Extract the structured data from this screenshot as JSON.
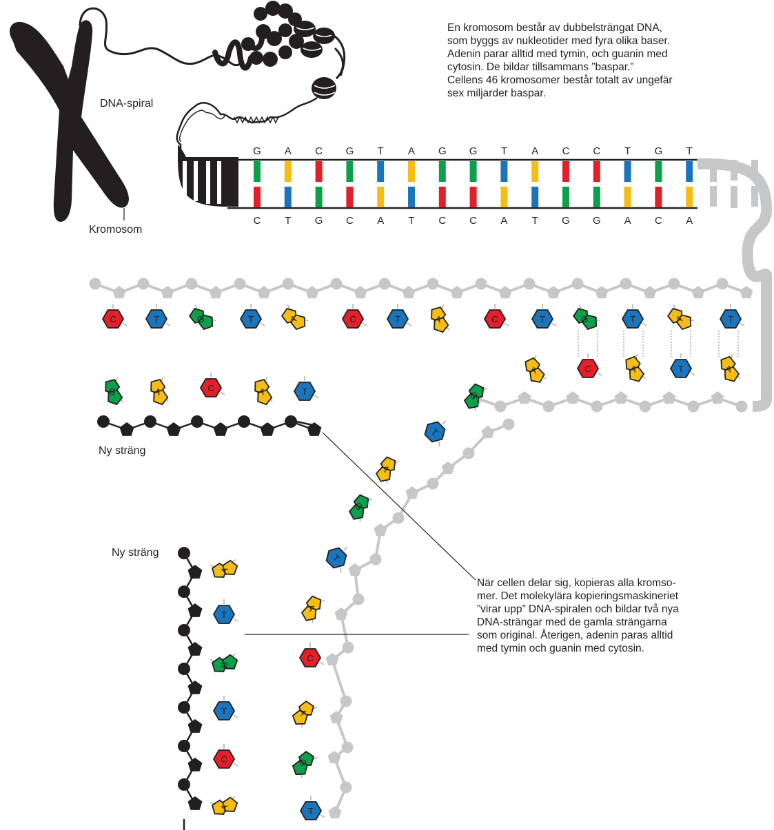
{
  "intro_text": [
    "En kromosom består av dubbelsträngat DNA,",
    "som byggs av nukleotider med fyra olika baser.",
    "Adenin parar alltid med tymin, och guanin med",
    "cytosin. De bildar tillsammans ”baspar.”",
    "Cellens 46 kromosomer består totalt av ungefär",
    "sex miljarder baspar."
  ],
  "replication_text": [
    "När cellen delar sig, kopieras alla kromso-",
    "mer. Det molekylära kopieringsmaskineriet",
    "”virar upp” DNA-spiralen och bildar två nya",
    "DNA-strängar med de gamla strängarna",
    "som original. Återigen, adenin paras alltid",
    "med tymin och guanin med cytosin."
  ],
  "labels": {
    "dna_spiral": "DNA-spiral",
    "chromosome": "Kromosom",
    "new_strand_top": "Ny sträng",
    "new_strand_left": "Ny sträng"
  },
  "ladder": {
    "top": [
      "G",
      "A",
      "C",
      "G",
      "T",
      "A",
      "G",
      "G",
      "T",
      "A",
      "C",
      "C",
      "T",
      "G",
      "T"
    ],
    "bottom": [
      "C",
      "T",
      "G",
      "C",
      "A",
      "T",
      "C",
      "C",
      "A",
      "T",
      "G",
      "G",
      "A",
      "C",
      "A"
    ]
  },
  "unzipped_top_bases": [
    "C",
    "T",
    "G",
    "T",
    "A",
    "C",
    "T",
    "A",
    "C",
    "T",
    "G",
    "T",
    "A",
    "T"
  ],
  "fork_pairs_bottom": [
    "C",
    "A",
    "T",
    "A"
  ],
  "lone_top_base": "A",
  "new_strand_top_bases": [
    "G",
    "A",
    "C",
    "A",
    "T"
  ],
  "diagonal_bases": [
    "G",
    "T",
    "A",
    "G",
    "T",
    "A"
  ],
  "left_strand_bases": [
    "A",
    "T",
    "G",
    "T",
    "C",
    "A"
  ],
  "template_strand_bases": [
    "C",
    "A",
    "G",
    "T"
  ],
  "colors": {
    "A": "#f6be15",
    "T": "#1a75bc",
    "G": "#0ca04a",
    "C": "#e3202a",
    "backbone_gray": "#c6c7c9",
    "black": "#231f20"
  }
}
